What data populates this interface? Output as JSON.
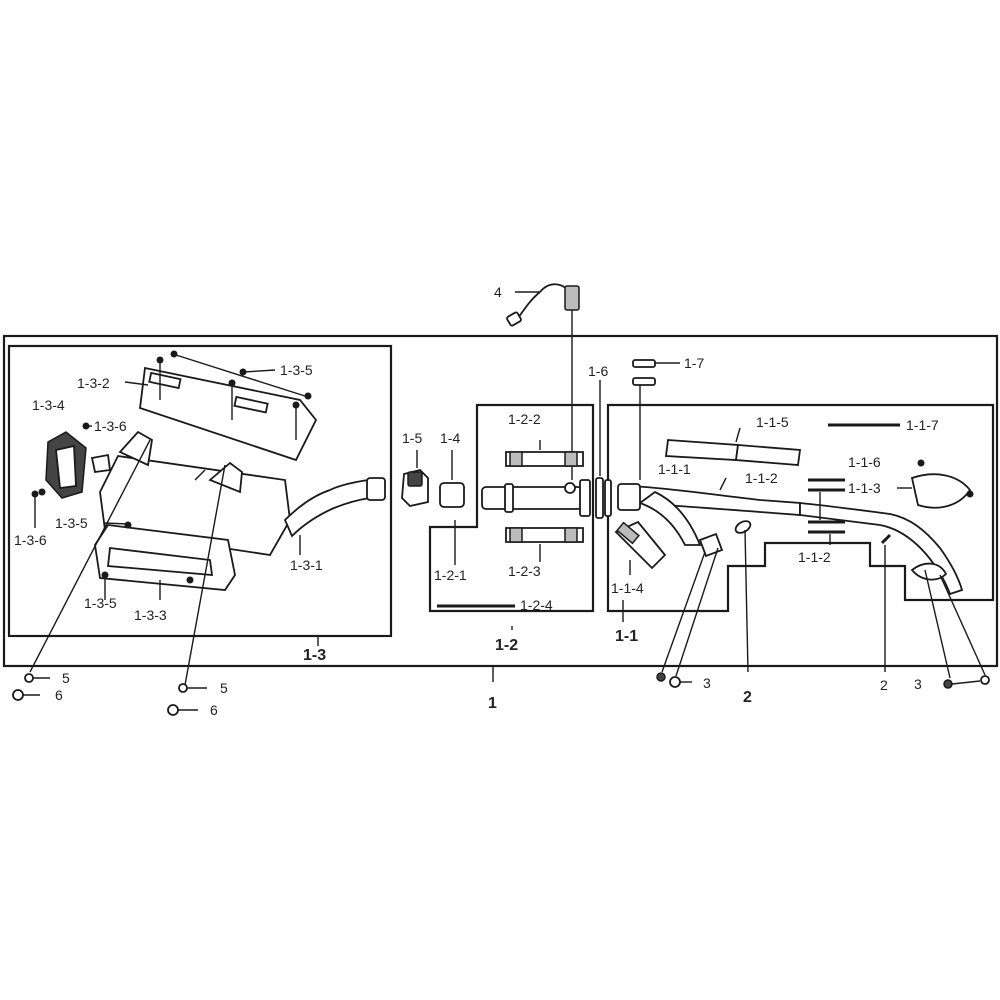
{
  "labels": {
    "l_4": "4",
    "l_1_6": "1-6",
    "l_1_7": "1-7",
    "l_1_3_5a": "1-3-5",
    "l_1_3_2": "1-3-2",
    "l_1_3_4": "1-3-4",
    "l_1_3_6a": "1-3-6",
    "l_1_3_5b": "1-3-5",
    "l_1_3_6b": "1-3-6",
    "l_1_3_5c": "1-3-5",
    "l_1_3_3": "1-3-3",
    "l_1_3_1": "1-3-1",
    "l_1_3": "1-3",
    "l_1_5": "1-5",
    "l_1_4": "1-4",
    "l_1_2_2": "1-2-2",
    "l_1_2_1": "1-2-1",
    "l_1_2_3": "1-2-3",
    "l_1_2_4": "1-2-4",
    "l_1_2": "1-2",
    "l_1_1_5": "1-1-5",
    "l_1_1_7": "1-1-7",
    "l_1_1_1": "1-1-1",
    "l_1_1_2a": "1-1-2",
    "l_1_1_6": "1-1-6",
    "l_1_1_3": "1-1-3",
    "l_1_1_4": "1-1-4",
    "l_1_1_2b": "1-1-2",
    "l_1_1": "1-1",
    "l_1": "1",
    "l_5a": "5",
    "l_6a": "6",
    "l_5b": "5",
    "l_6b": "6",
    "l_3a": "3",
    "l_2a": "2",
    "l_2b": "2",
    "l_3b": "3"
  }
}
